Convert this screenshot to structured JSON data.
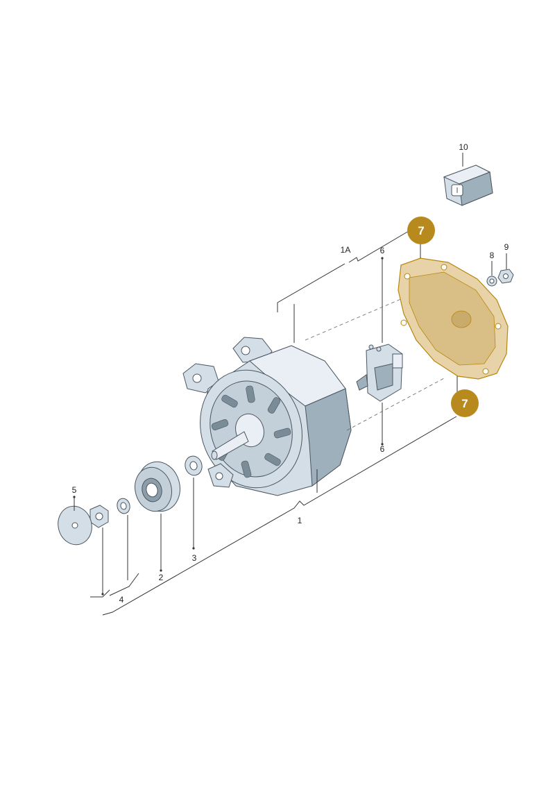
{
  "labels": {
    "p1": "1",
    "p1a": "1A",
    "p2": "2",
    "p3": "3",
    "p4": "4",
    "p5": "5",
    "p6_top": "6",
    "p6_bottom": "6",
    "p8": "8",
    "p9": "9",
    "p10": "10"
  },
  "badges": {
    "top": "7",
    "bottom": "7"
  },
  "colors": {
    "badge": "#b8891c",
    "highlight": "#e8d3a8",
    "highlight_outline": "#b8860b"
  }
}
